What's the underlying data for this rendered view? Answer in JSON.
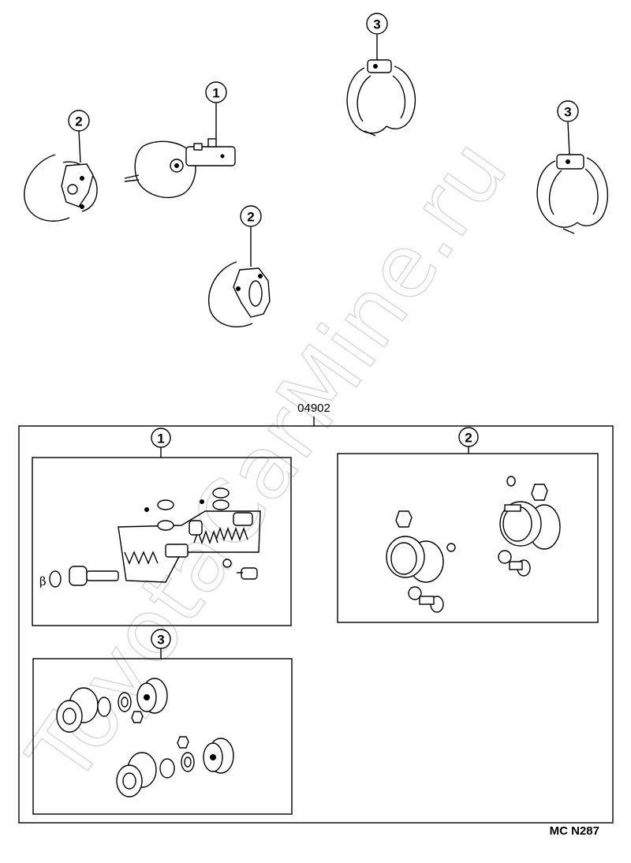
{
  "callouts": {
    "master_cylinder": "1",
    "caliper_left": "2",
    "caliper_center": "2",
    "wheel_cylinder_top": "3",
    "wheel_cylinder_right": "3"
  },
  "kit": {
    "part_number": "04902",
    "box1_callout": "1",
    "box2_callout": "2",
    "box3_callout": "3",
    "beta_symbol": "β"
  },
  "watermark_text": "ToyotaCarMine.ru",
  "diagram_code": "MC N287"
}
